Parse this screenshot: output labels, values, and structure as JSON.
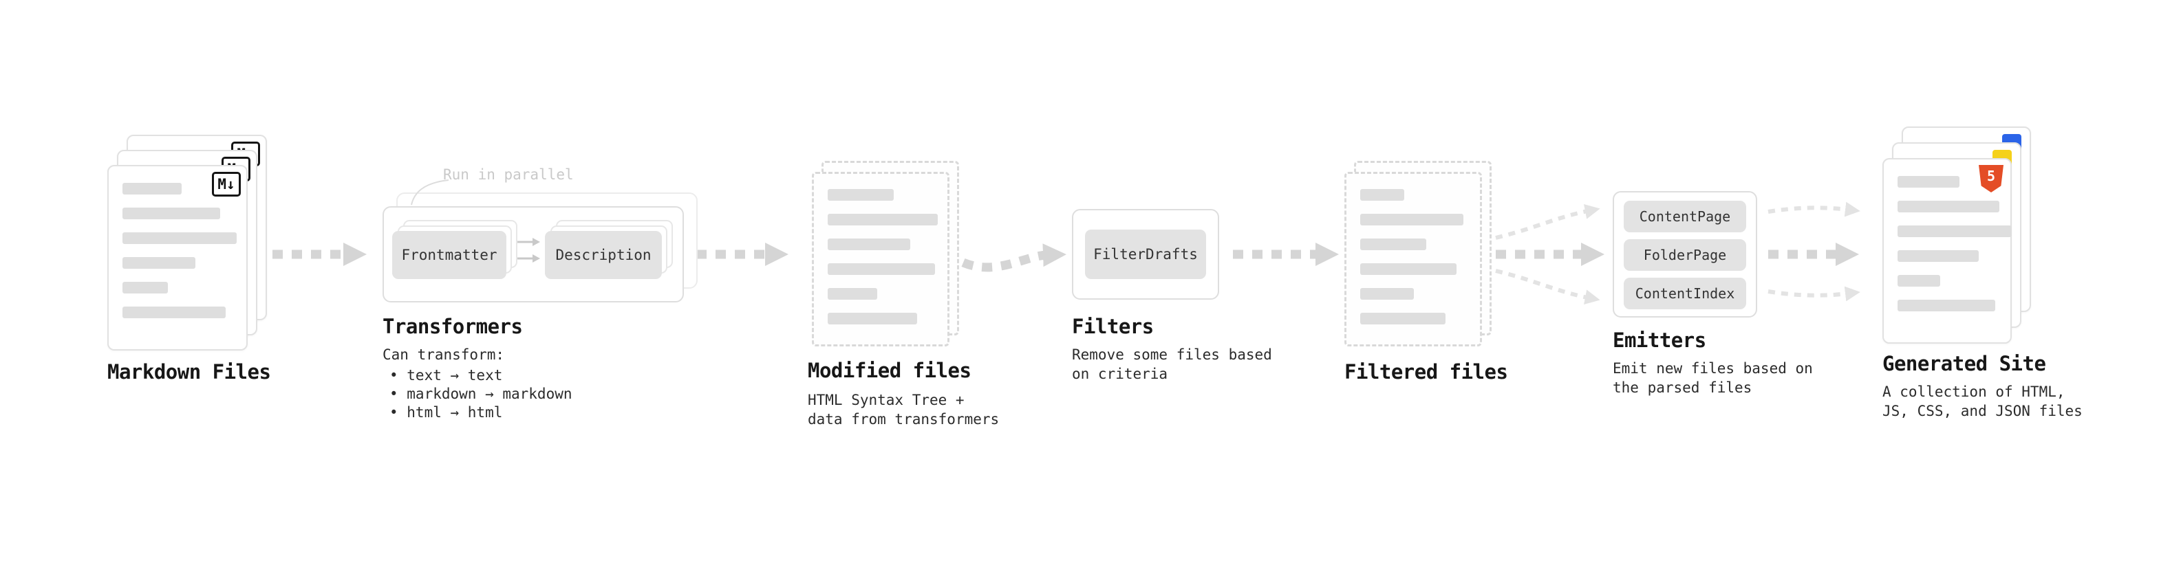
{
  "stages": {
    "markdown_files": {
      "label": "Markdown Files",
      "badge": "M↓"
    },
    "transformers": {
      "label": "Transformers",
      "annotation": "Run in parallel",
      "boxes": [
        "Frontmatter",
        "Description"
      ],
      "note_title": "Can transform:",
      "bullets": [
        "• text → text",
        "• markdown → markdown",
        "• html → html"
      ]
    },
    "modified_files": {
      "label": "Modified files",
      "note": "HTML Syntax Tree +\ndata from transformers"
    },
    "filters": {
      "label": "Filters",
      "boxes": [
        "FilterDrafts"
      ],
      "note": "Remove some files based\non criteria"
    },
    "filtered_files": {
      "label": "Filtered files"
    },
    "emitters": {
      "label": "Emitters",
      "boxes": [
        "ContentPage",
        "FolderPage",
        "ContentIndex"
      ],
      "note": "Emit new files based on\nthe parsed files"
    },
    "generated_site": {
      "label": "Generated Site",
      "badge": "5",
      "note": "A collection of HTML,\nJS, CSS, and JSON files"
    }
  },
  "colors": {
    "accent_html": "#e44d26",
    "accent_js": "#f5d11a",
    "accent_css": "#2b64e8",
    "arrow_strong": "#d5d5d5",
    "arrow_light": "#e3e3e3",
    "box_fill": "#e3e3e3",
    "text_primary": "#171717",
    "text_secondary": "#2b2b2b",
    "annotation": "#c9c9c9"
  }
}
